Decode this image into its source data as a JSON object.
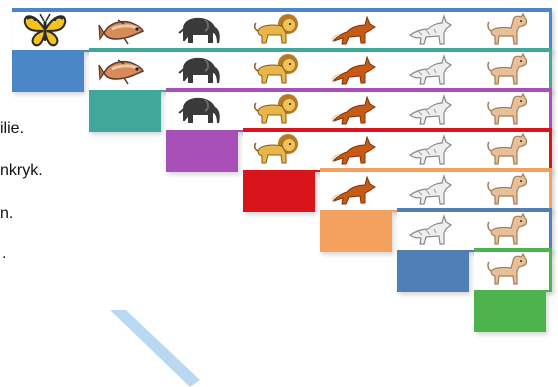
{
  "text_fragments": [
    "ilie.",
    "nkryk.",
    "n.",
    "."
  ],
  "colors": {
    "row1": "#4a86c8",
    "row2": "#3fa89b",
    "row3": "#a84fb8",
    "row4": "#d9151b",
    "row5": "#f4a15f",
    "row6": "#4f7fb5",
    "row7": "#4db34d",
    "arrow": "#b9d8f2"
  },
  "rows": [
    {
      "name": "row-1",
      "animals": [
        "butterfly",
        "fish",
        "elephant",
        "lion",
        "fox",
        "wolf",
        "dog"
      ]
    },
    {
      "name": "row-2",
      "animals": [
        "fish",
        "elephant",
        "lion",
        "fox",
        "wolf",
        "dog"
      ]
    },
    {
      "name": "row-3",
      "animals": [
        "elephant",
        "lion",
        "fox",
        "wolf",
        "dog"
      ]
    },
    {
      "name": "row-4",
      "animals": [
        "lion",
        "fox",
        "wolf",
        "dog"
      ]
    },
    {
      "name": "row-5",
      "animals": [
        "fox",
        "wolf",
        "dog"
      ]
    },
    {
      "name": "row-6",
      "animals": [
        "wolf",
        "dog"
      ]
    },
    {
      "name": "row-7",
      "animals": [
        "dog"
      ]
    }
  ]
}
